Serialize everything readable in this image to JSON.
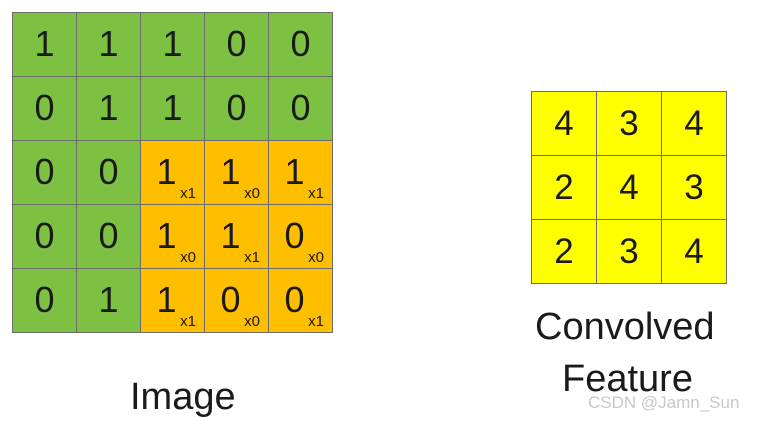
{
  "image": {
    "label": "Image",
    "rows": [
      [
        "1",
        "1",
        "1",
        "0",
        "0"
      ],
      [
        "0",
        "1",
        "1",
        "0",
        "0"
      ],
      [
        "0",
        "0",
        "1",
        "1",
        "1"
      ],
      [
        "0",
        "0",
        "1",
        "1",
        "0"
      ],
      [
        "0",
        "1",
        "1",
        "0",
        "0"
      ]
    ],
    "kernel_weights": [
      [
        "x1",
        "x0",
        "x1"
      ],
      [
        "x0",
        "x1",
        "x0"
      ],
      [
        "x1",
        "x0",
        "x1"
      ]
    ],
    "colors": {
      "cell": "#7cc142",
      "window": "#ffbe00"
    }
  },
  "feature": {
    "label_line1": "Convolved",
    "label_line2": "Feature",
    "rows": [
      [
        "4",
        "3",
        "4"
      ],
      [
        "2",
        "4",
        "3"
      ],
      [
        "2",
        "3",
        "4"
      ]
    ],
    "color": "#ffff00"
  },
  "watermark": "CSDN @Jamn_Sun"
}
